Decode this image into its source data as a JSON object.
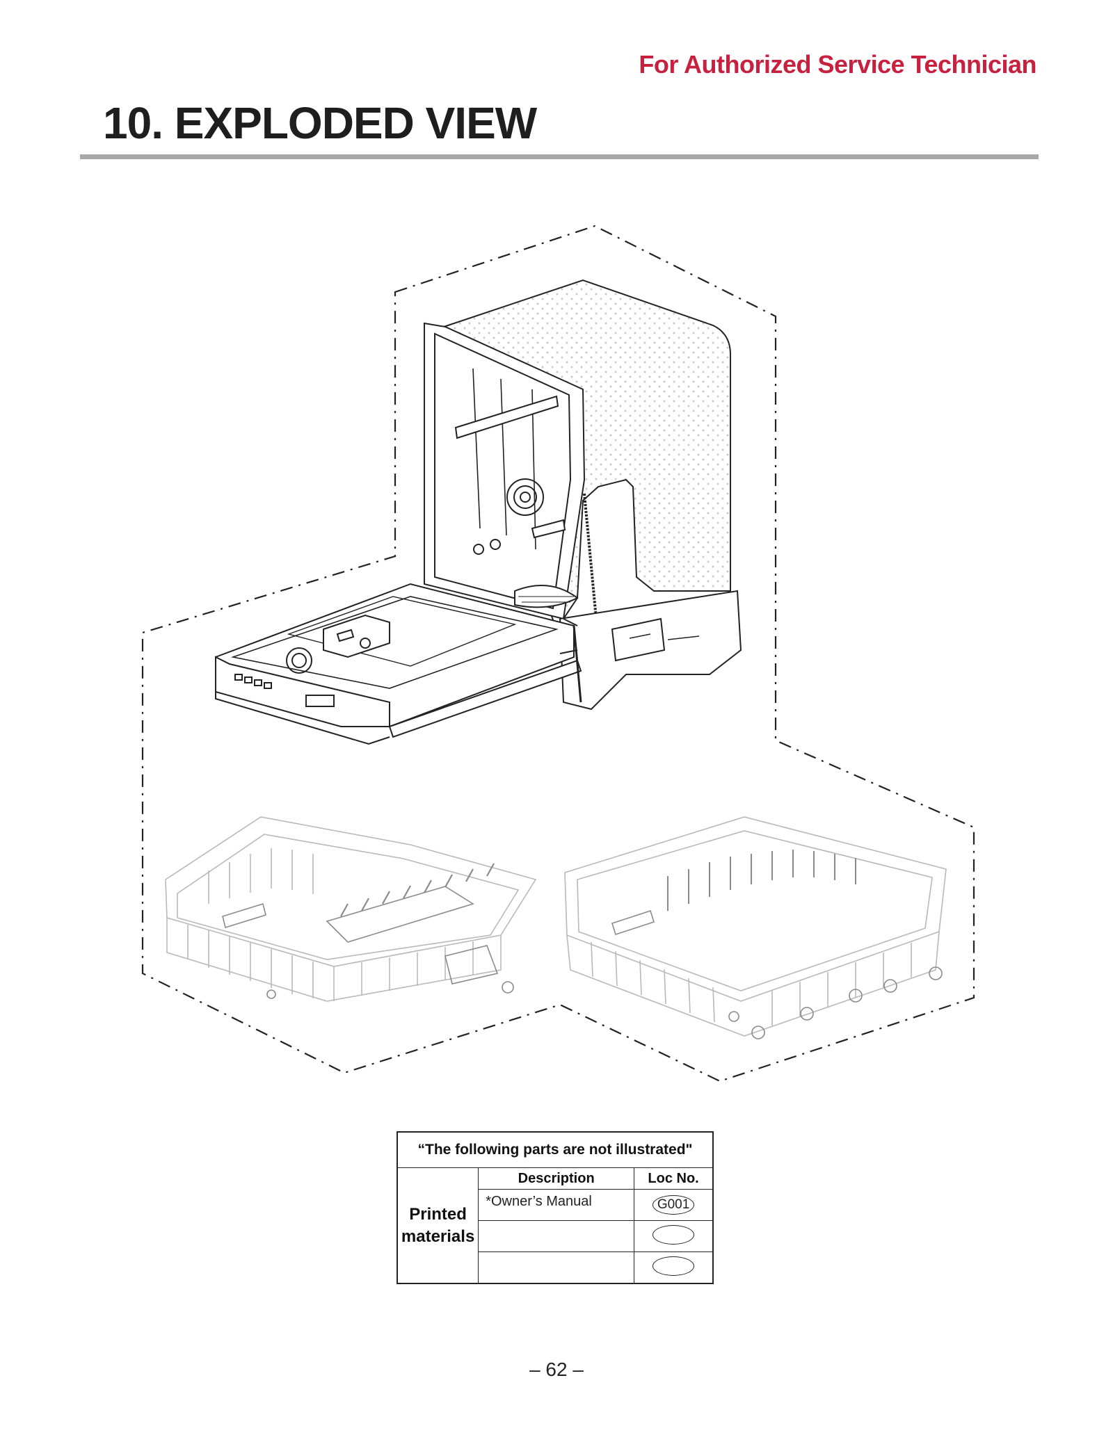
{
  "header": {
    "note": "For Authorized Service Technician",
    "title": "10. EXPLODED VIEW"
  },
  "diagram": {
    "line_color": "#222222",
    "rack_color": "#b9b9b9"
  },
  "not_illustrated": {
    "caption": "“The following parts are not illustrated\"",
    "columns": [
      "Description",
      "Loc No."
    ],
    "group_label_line1": "Printed",
    "group_label_line2": "materials",
    "rows": [
      {
        "description": "*Owner’s Manual",
        "loc": "G001"
      },
      {
        "description": "",
        "loc": ""
      },
      {
        "description": "",
        "loc": ""
      }
    ]
  },
  "footer": {
    "page_number": "– 62 –"
  }
}
